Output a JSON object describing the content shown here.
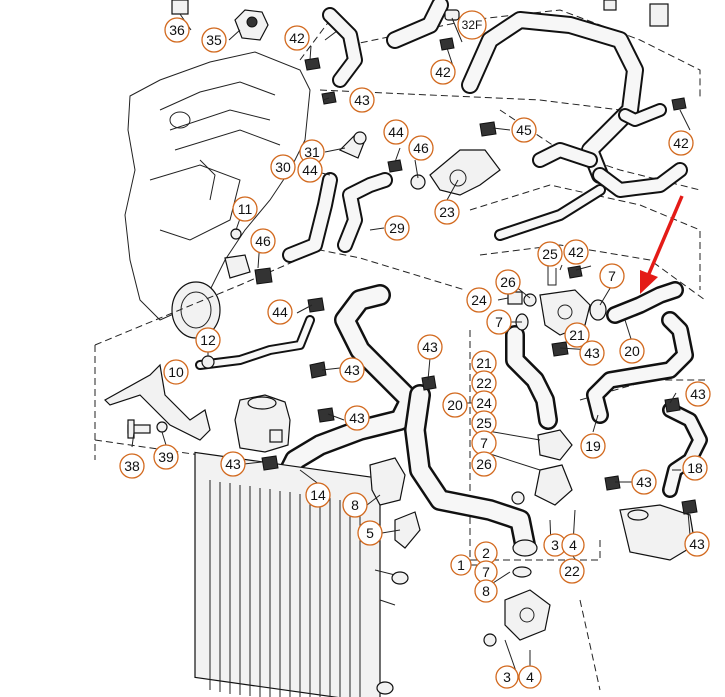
{
  "diagram": {
    "accent_color": "#e41b17",
    "callout_color": "#d2691e",
    "callouts": [
      {
        "id": "c-36",
        "label": "36"
      },
      {
        "id": "c-35",
        "label": "35"
      },
      {
        "id": "c-42a",
        "label": "42"
      },
      {
        "id": "c-32f",
        "label": "32F"
      },
      {
        "id": "c-42b",
        "label": "42"
      },
      {
        "id": "c-43a",
        "label": "43"
      },
      {
        "id": "c-45",
        "label": "45"
      },
      {
        "id": "c-42c",
        "label": "42"
      },
      {
        "id": "c-44a",
        "label": "44"
      },
      {
        "id": "c-46a",
        "label": "46"
      },
      {
        "id": "c-31",
        "label": "31"
      },
      {
        "id": "c-30",
        "label": "30"
      },
      {
        "id": "c-44b",
        "label": "44"
      },
      {
        "id": "c-23",
        "label": "23"
      },
      {
        "id": "c-29",
        "label": "29"
      },
      {
        "id": "c-11",
        "label": "11"
      },
      {
        "id": "c-46b",
        "label": "46"
      },
      {
        "id": "c-25",
        "label": "25"
      },
      {
        "id": "c-42d",
        "label": "42"
      },
      {
        "id": "c-26a",
        "label": "26"
      },
      {
        "id": "c-7a",
        "label": "7"
      },
      {
        "id": "c-24a",
        "label": "24"
      },
      {
        "id": "c-44c",
        "label": "44"
      },
      {
        "id": "c-7b",
        "label": "7"
      },
      {
        "id": "c-21a",
        "label": "21"
      },
      {
        "id": "c-43b",
        "label": "43"
      },
      {
        "id": "c-20a",
        "label": "20"
      },
      {
        "id": "c-12",
        "label": "12"
      },
      {
        "id": "c-43c",
        "label": "43"
      },
      {
        "id": "c-43d",
        "label": "43"
      },
      {
        "id": "c-21b",
        "label": "21"
      },
      {
        "id": "c-22a",
        "label": "22"
      },
      {
        "id": "c-24b",
        "label": "24"
      },
      {
        "id": "c-20b",
        "label": "20"
      },
      {
        "id": "c-25b",
        "label": "25"
      },
      {
        "id": "c-7c",
        "label": "7"
      },
      {
        "id": "c-26b",
        "label": "26"
      },
      {
        "id": "c-10",
        "label": "10"
      },
      {
        "id": "c-43e",
        "label": "43"
      },
      {
        "id": "c-43f",
        "label": "43"
      },
      {
        "id": "c-19",
        "label": "19"
      },
      {
        "id": "c-43g",
        "label": "43"
      },
      {
        "id": "c-43h",
        "label": "43"
      },
      {
        "id": "c-18",
        "label": "18"
      },
      {
        "id": "c-38",
        "label": "38"
      },
      {
        "id": "c-39",
        "label": "39"
      },
      {
        "id": "c-43i",
        "label": "43"
      },
      {
        "id": "c-14",
        "label": "14"
      },
      {
        "id": "c-8a",
        "label": "8"
      },
      {
        "id": "c-5",
        "label": "5"
      },
      {
        "id": "c-3a",
        "label": "3"
      },
      {
        "id": "c-4a",
        "label": "4"
      },
      {
        "id": "c-22b",
        "label": "22"
      },
      {
        "id": "c-43j",
        "label": "43"
      },
      {
        "id": "c-1",
        "label": "1"
      },
      {
        "id": "c-2",
        "label": "2"
      },
      {
        "id": "c-7d",
        "label": "7"
      },
      {
        "id": "c-8b",
        "label": "8"
      },
      {
        "id": "c-3b",
        "label": "3"
      },
      {
        "id": "c-4b",
        "label": "4"
      }
    ]
  }
}
